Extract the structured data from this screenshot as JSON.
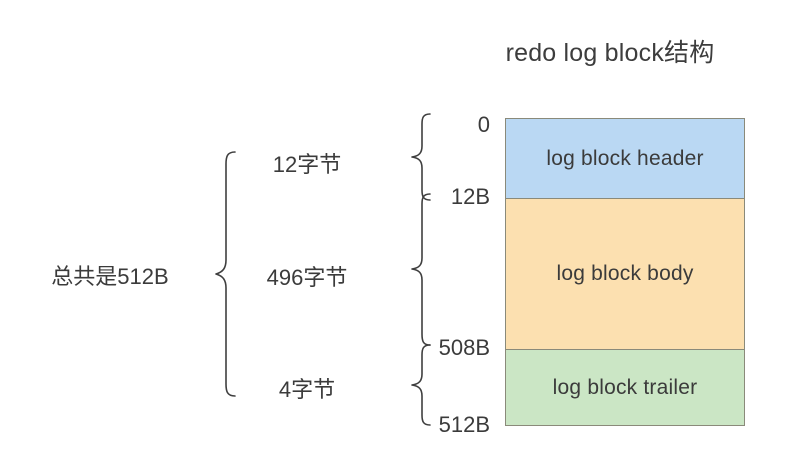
{
  "diagram": {
    "title": "redo log block结构",
    "total_label": "总共是512B",
    "blocks": [
      {
        "name": "log block header",
        "size_label": "12字节",
        "start_offset": "0",
        "end_offset": "12B",
        "color": "#bad8f3"
      },
      {
        "name": "log block body",
        "size_label": "496字节",
        "start_offset": "12B",
        "end_offset": "508B",
        "color": "#fce0b0"
      },
      {
        "name": "log block trailer",
        "size_label": "4字节",
        "start_offset": "508B",
        "end_offset": "512B",
        "color": "#cbe6c5"
      }
    ],
    "offsets": {
      "o0": "0",
      "o12": "12B",
      "o508": "508B",
      "o512": "512B"
    },
    "colors": {
      "header_fill": "#bad8f3",
      "body_fill": "#fce0b0",
      "trailer_fill": "#cbe6c5",
      "block_border": "#8a8a7a",
      "text": "#3b3b3b",
      "brace_stroke": "#3f3f3f",
      "background": "#ffffff"
    }
  }
}
